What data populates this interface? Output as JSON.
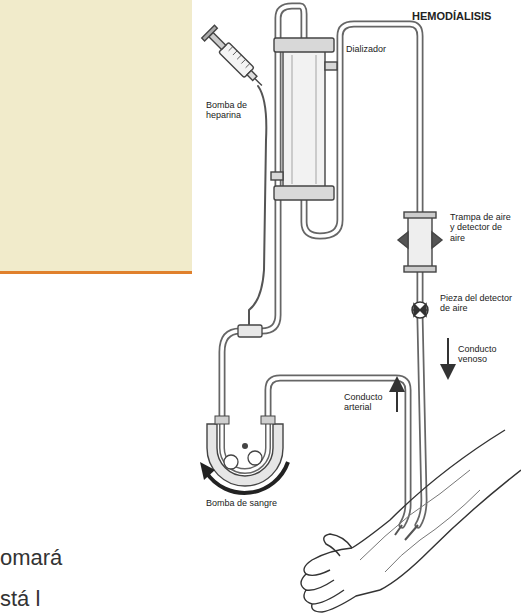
{
  "diagram": {
    "title": "HEMODÍALISIS",
    "labels": [
      "Dializador",
      "Bomba de heparina",
      "Trampa de aire y detector de aire",
      "Pieza del detector de aire",
      "Conducto venoso",
      "Conducto arterial",
      "Bomba de sangre",
      "omará",
      "stá l"
    ]
  }
}
